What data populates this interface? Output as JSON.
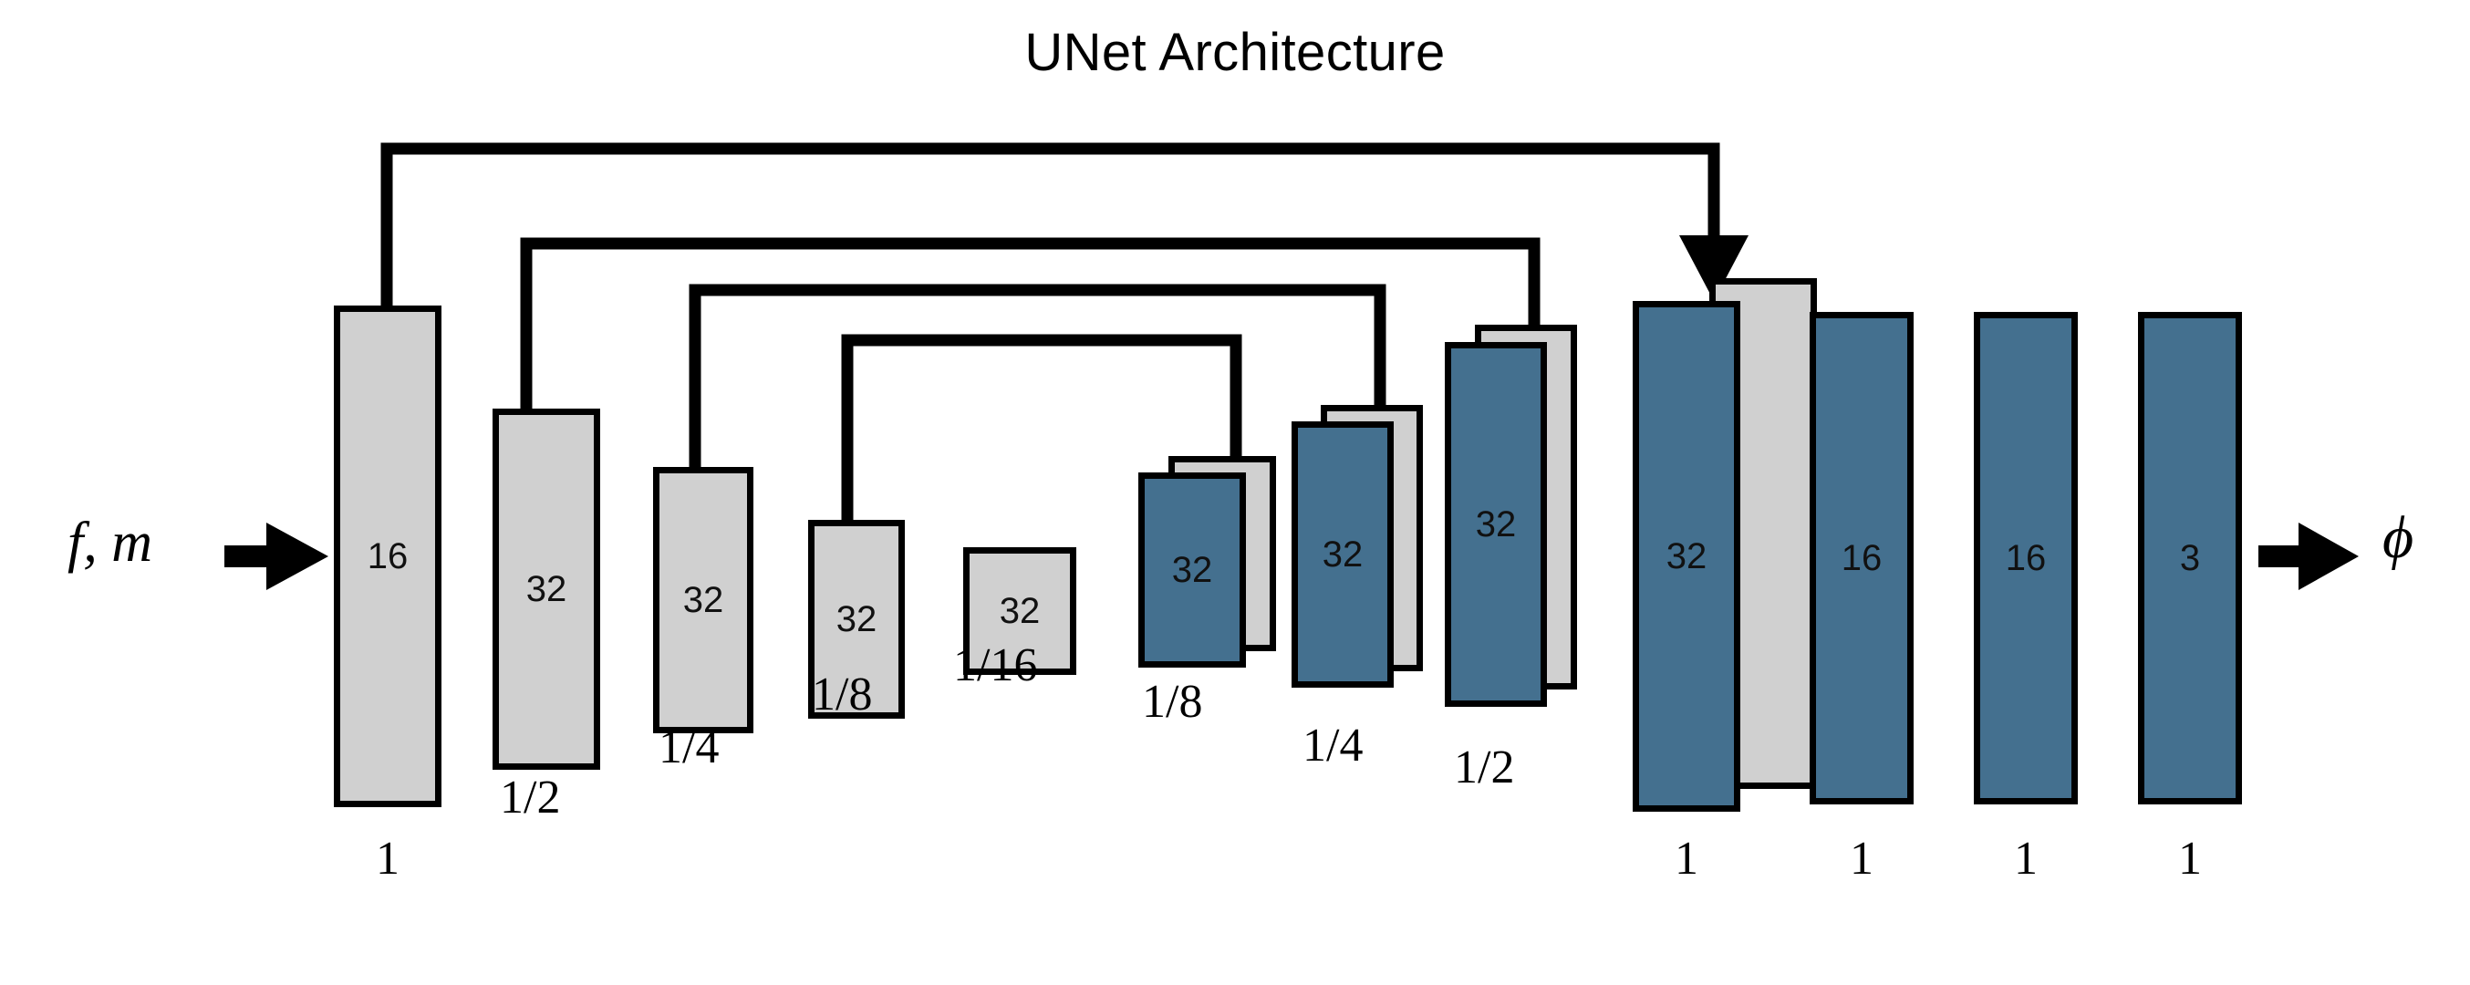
{
  "title": "UNet Architecture",
  "io": {
    "input_label": "f, m",
    "output_label": "ϕ",
    "input_arrow_icon": "arrow-right-icon",
    "output_arrow_icon": "arrow-right-icon"
  },
  "colors": {
    "encoder_fill": "#d0d0d0",
    "decoder_fill": "#44708f",
    "outline": "#000000",
    "background": "#ffffff",
    "skip_plate_fill": "#d0d0d0"
  },
  "chart_data": {
    "type": "diagram",
    "title": "UNet Architecture",
    "xlabel": "",
    "ylabel": "",
    "legend": [],
    "blocks": [
      {
        "index": 0,
        "channels": "16",
        "scale": "1",
        "stage": "encoder",
        "fill": "#d0d0d0",
        "has_skip_plate": false,
        "height_units": 1.0
      },
      {
        "index": 1,
        "channels": "32",
        "scale": "1/2",
        "stage": "encoder",
        "fill": "#d0d0d0",
        "has_skip_plate": false,
        "height_units": 0.72
      },
      {
        "index": 2,
        "channels": "32",
        "scale": "1/4",
        "stage": "encoder",
        "fill": "#d0d0d0",
        "has_skip_plate": false,
        "height_units": 0.53
      },
      {
        "index": 3,
        "channels": "32",
        "scale": "1/8",
        "stage": "encoder",
        "fill": "#d0d0d0",
        "has_skip_plate": false,
        "height_units": 0.4
      },
      {
        "index": 4,
        "channels": "32",
        "scale": "1/16",
        "stage": "encoder",
        "fill": "#d0d0d0",
        "has_skip_plate": false,
        "height_units": 0.25
      },
      {
        "index": 5,
        "channels": "32",
        "scale": "1/8",
        "stage": "decoder",
        "fill": "#44708f",
        "has_skip_plate": true,
        "height_units": 0.41
      },
      {
        "index": 6,
        "channels": "32",
        "scale": "1/4",
        "stage": "decoder",
        "fill": "#44708f",
        "has_skip_plate": true,
        "height_units": 0.56
      },
      {
        "index": 7,
        "channels": "32",
        "scale": "1/2",
        "stage": "decoder",
        "fill": "#44708f",
        "has_skip_plate": true,
        "height_units": 0.73
      },
      {
        "index": 8,
        "channels": "32",
        "scale": "1",
        "stage": "decoder",
        "fill": "#44708f",
        "has_skip_plate": true,
        "height_units": 1.0
      },
      {
        "index": 9,
        "channels": "16",
        "scale": "1",
        "stage": "decoder",
        "fill": "#44708f",
        "has_skip_plate": false,
        "height_units": 0.95
      },
      {
        "index": 10,
        "channels": "16",
        "scale": "1",
        "stage": "decoder",
        "fill": "#44708f",
        "has_skip_plate": false,
        "height_units": 0.95
      },
      {
        "index": 11,
        "channels": "3",
        "scale": "1",
        "stage": "decoder",
        "fill": "#44708f",
        "has_skip_plate": false,
        "height_units": 0.95
      }
    ],
    "skip_connections": [
      {
        "from_block": 0,
        "to_block": 8,
        "arrow": true
      },
      {
        "from_block": 1,
        "to_block": 7,
        "arrow": true
      },
      {
        "from_block": 2,
        "to_block": 6,
        "arrow": true
      },
      {
        "from_block": 3,
        "to_block": 5,
        "arrow": true
      }
    ],
    "channel_values": [
      16,
      32,
      32,
      32,
      32,
      32,
      32,
      32,
      32,
      16,
      16,
      3
    ],
    "scale_labels": [
      "1",
      "1/2",
      "1/4",
      "1/8",
      "1/16",
      "1/8",
      "1/4",
      "1/2",
      "1",
      "1",
      "1",
      "1"
    ]
  }
}
